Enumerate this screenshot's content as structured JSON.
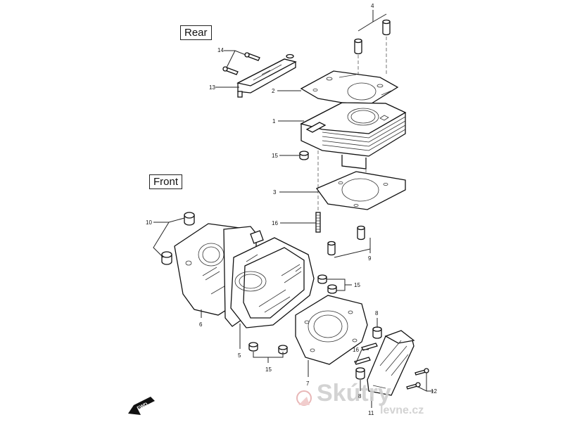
{
  "labels": {
    "rear": "Rear",
    "front": "Front",
    "fwd": "FWD"
  },
  "callouts": {
    "c1": "1",
    "c2": "2",
    "c3": "3",
    "c4": "4",
    "c5": "5",
    "c6": "6",
    "c7": "7",
    "c8a": "8",
    "c8b": "8",
    "c9": "9",
    "c10": "10",
    "c11": "11",
    "c12": "12",
    "c13": "13",
    "c14": "14",
    "c15a": "15",
    "c15b": "15",
    "c15c": "15",
    "c16a": "16",
    "c16b": "16"
  },
  "watermark": {
    "brand": "Skútry",
    "domain": "levne.cz"
  }
}
